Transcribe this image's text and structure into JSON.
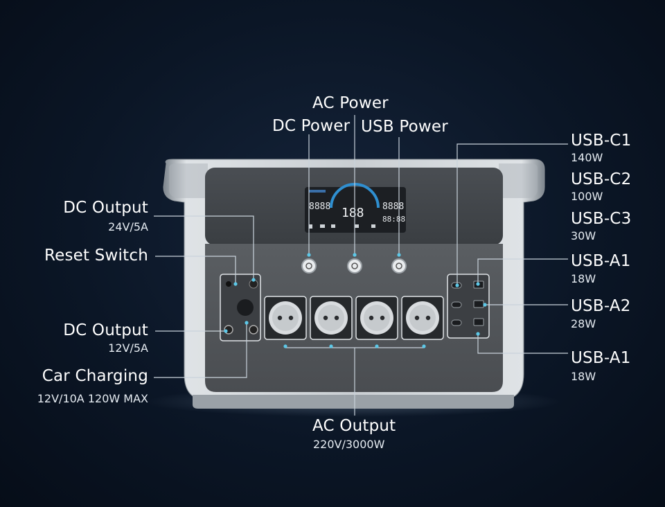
{
  "top": {
    "ac_power": "AC Power",
    "dc_power": "DC Power",
    "usb_power": "USB Power"
  },
  "left": {
    "dc_output_1": {
      "title": "DC Output",
      "spec": "24V/5A"
    },
    "reset_switch": {
      "title": "Reset Switch"
    },
    "dc_output_2": {
      "title": "DC Output",
      "spec": "12V/5A"
    },
    "car_charging": {
      "title": "Car Charging",
      "spec": "12V/10A 120W MAX"
    }
  },
  "right": {
    "usb_c1": {
      "title": "USB-C1",
      "spec": "140W"
    },
    "usb_c2": {
      "title": "USB-C2",
      "spec": "100W"
    },
    "usb_c3": {
      "title": "USB-C3",
      "spec": "30W"
    },
    "usb_a1_top": {
      "title": "USB-A1",
      "spec": "18W"
    },
    "usb_a2": {
      "title": "USB-A2",
      "spec": "28W"
    },
    "usb_a1_bottom": {
      "title": "USB-A1",
      "spec": "18W"
    }
  },
  "bottom": {
    "ac_output": {
      "title": "AC Output",
      "spec": "220V/3000W"
    }
  },
  "display": {
    "center_value": "188",
    "left_value": "8888",
    "right_value": "8888",
    "time_value": "88:88"
  },
  "colors": {
    "accent": "#5cc8e8",
    "label_line": "#c9d3dc",
    "background": "#0b1626"
  }
}
